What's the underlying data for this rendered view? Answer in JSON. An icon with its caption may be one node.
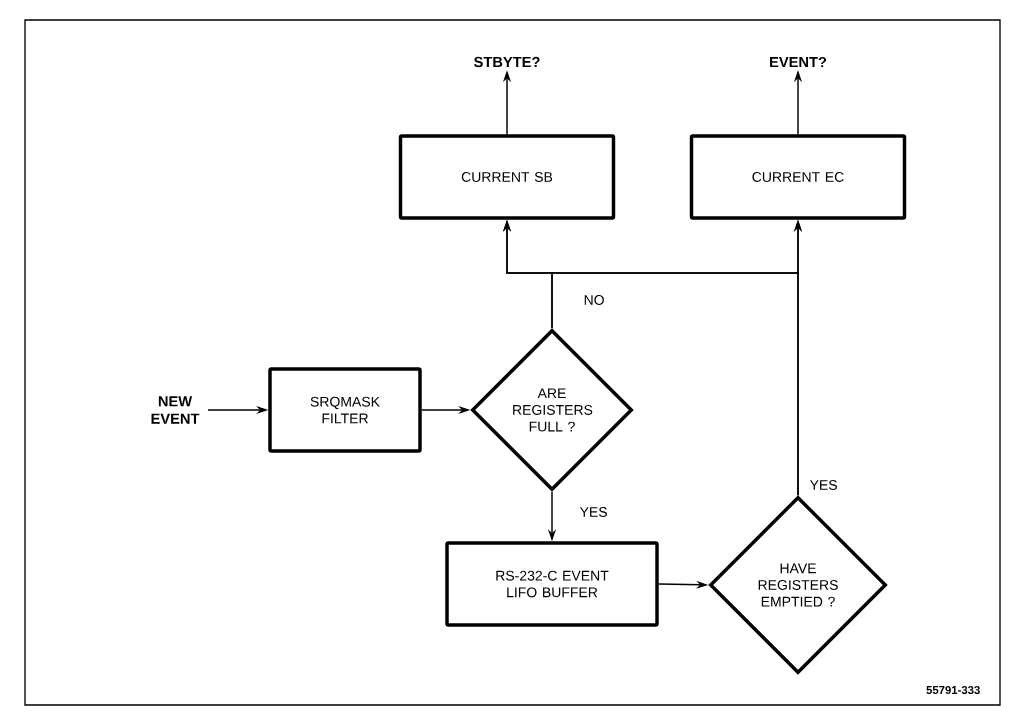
{
  "diagram": {
    "nodes": [
      {
        "text": [
          "STBYTE?"
        ]
      },
      {
        "text": [
          "EVENT?"
        ]
      },
      {
        "text": [
          "CURRENT SB"
        ]
      },
      {
        "text": [
          "CURRENT EC"
        ]
      },
      {
        "text": [
          "NEW EVENT"
        ]
      },
      {
        "text": [
          "SRQMASK FILTER"
        ]
      },
      {
        "text": [
          "ARE REGISTERS FULL ?"
        ]
      },
      {
        "text": [
          "RS-232-C EVENT LIFO BUFFER"
        ]
      },
      {
        "text": [
          "HAVE REGISTERS EMPTIED ?"
        ]
      }
    ],
    "edges": [
      {
        "from": 2,
        "to": 0,
        "arrow": "to"
      },
      {
        "from": 3,
        "to": 1,
        "arrow": "to"
      },
      {
        "from": 4,
        "to": 5,
        "arrow": "to"
      },
      {
        "from": 5,
        "to": 6,
        "arrow": "to"
      },
      {
        "from": 6,
        "to": 2,
        "arrow": "to",
        "label": "NO"
      },
      {
        "from": 6,
        "to": 3,
        "arrow": "to"
      },
      {
        "from": 6,
        "to": 7,
        "arrow": "to",
        "label": "YES"
      },
      {
        "from": 7,
        "to": 8,
        "arrow": "to"
      },
      {
        "from": 8,
        "to": 2,
        "arrow": "to"
      },
      {
        "from": 8,
        "to": 3,
        "arrow": "to",
        "label": "YES"
      }
    ],
    "labels": [
      "55791-333"
    ]
  }
}
